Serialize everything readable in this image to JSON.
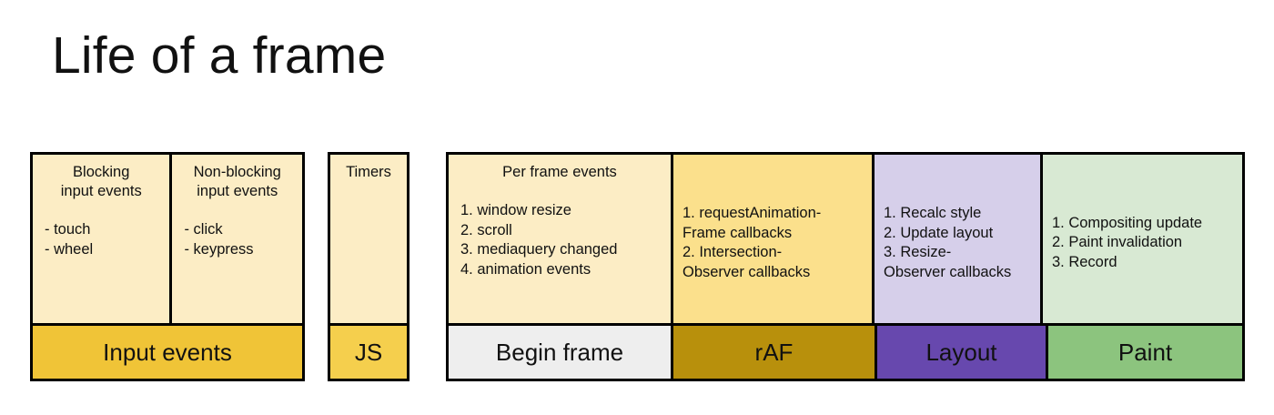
{
  "title": "Life of a frame",
  "palette": {
    "cream": "#fcedc5",
    "amber": "#fbe08c",
    "lavender": "#d6cfea",
    "mint": "#d8e9d3",
    "bar_input": "#f0c437",
    "bar_js": "#f5cf4d",
    "bar_beginframe": "#eeeeee",
    "bar_raf": "#b8900c",
    "bar_layout": "#6748ae",
    "bar_paint": "#8cc47e",
    "outline": "#000000",
    "text": "#111111"
  },
  "groups": {
    "input": {
      "bar_label": "Input events",
      "panels": {
        "blocking": {
          "heading": "Blocking\ninput events",
          "items": "- touch\n- wheel"
        },
        "non_blocking": {
          "heading": "Non-blocking\ninput events",
          "items": "- click\n- keypress"
        }
      }
    },
    "js": {
      "bar_label": "JS",
      "panels": {
        "timers": {
          "heading": "Timers",
          "items": ""
        }
      }
    },
    "frame": {
      "panels": {
        "begin_frame": {
          "heading": "Per frame events",
          "items": "1. window resize\n2. scroll\n3. mediaquery changed\n4. animation events"
        },
        "raf": {
          "heading": "",
          "items": "1. requestAnimation-\nFrame callbacks\n2. Intersection-\nObserver callbacks"
        },
        "layout": {
          "heading": "",
          "items": "1. Recalc style\n2. Update layout\n3. Resize-\nObserver callbacks"
        },
        "paint": {
          "heading": "",
          "items": "1. Compositing update\n2. Paint invalidation\n3. Record"
        }
      },
      "bars": {
        "begin_frame": "Begin frame",
        "raf": "rAF",
        "layout": "Layout",
        "paint": "Paint"
      }
    }
  }
}
